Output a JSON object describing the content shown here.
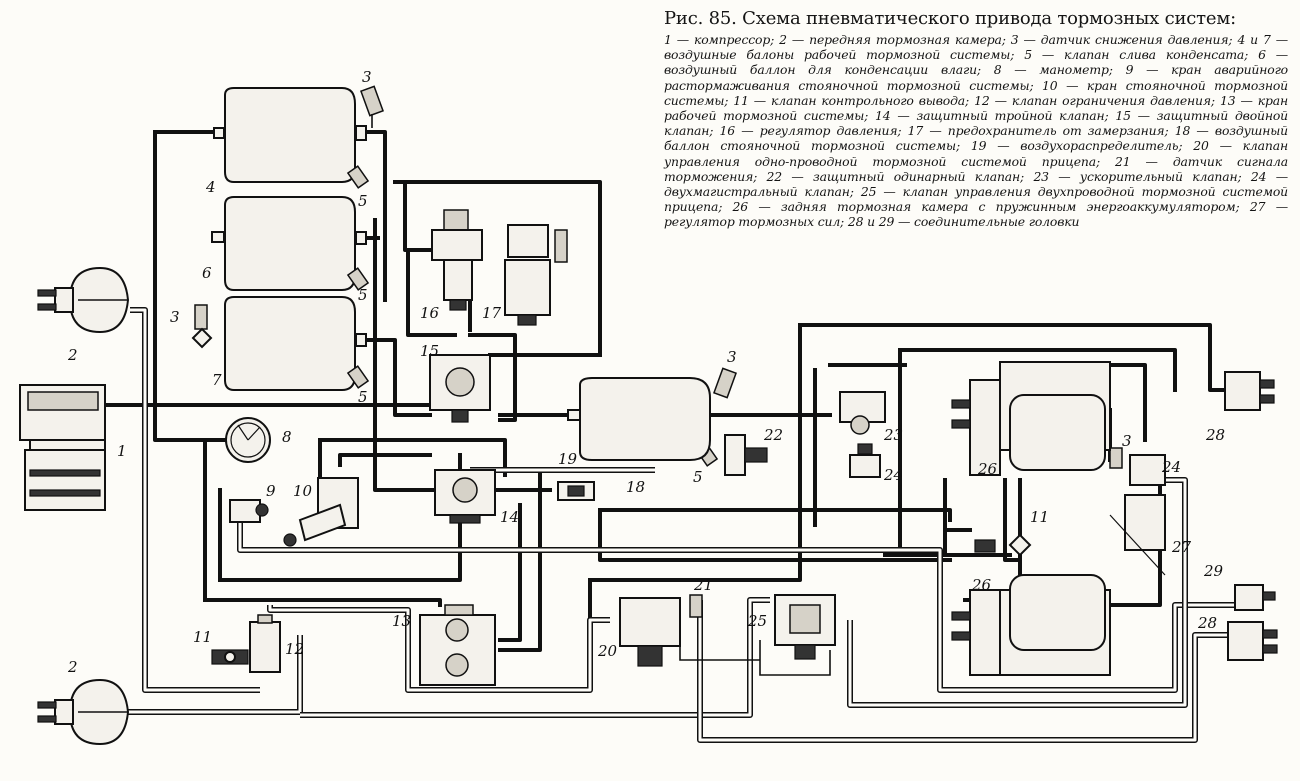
{
  "caption": {
    "title": "Рис. 85. Схема пневматического привода тормозных систем:",
    "body": "1 — компрессор; 2 — передняя тормозная камера; 3 — датчик снижения давления; 4 и 7 — воздушные балоны рабочей тормозной системы; 5 — клапан слива конденсата; 6 — воздушный баллон для конденсации влаги; 8 — манометр; 9 — кран аварийного растормаживания стояночной тормозной системы; 10 — кран стояночной тормозной системы; 11 — клапан контрольного вывода; 12 — клапан ограничения давления; 13 — кран рабочей тормозной системы; 14 — защитный тройной клапан; 15 — защитный двойной клапан; 16 — регулятор давления; 17 — предохранитель от замерзания; 18 — воздушный баллон стояночной тормозной системы; 19 — воздухораспределитель; 20 — клапан управления одно-проводной тормозной системой прицепа; 21 — датчик сигнала торможения; 22 — защитный одинарный клапан; 23 — ускорительный клапан; 24 — двухмагистральный клапан; 25 — клапан управления двухпроводной тормозной системой прицепа; 26 — задняя тормозная камера с пружинным энергоаккумулятором; 27 — регулятор тормозных сил; 28 и 29 — соединительные головки"
  },
  "labels": {
    "l1": "1",
    "l2a": "2",
    "l2b": "2",
    "l3a": "3",
    "l3b": "3",
    "l3c": "3",
    "l3d": "3",
    "l4": "4",
    "l5a": "5",
    "l5b": "5",
    "l5c": "5",
    "l5d": "5",
    "l6": "6",
    "l7": "7",
    "l8": "8",
    "l9": "9",
    "l10": "10",
    "l11a": "11",
    "l11b": "11",
    "l12": "12",
    "l13": "13",
    "l14": "14",
    "l15": "15",
    "l16": "16",
    "l17": "17",
    "l18": "18",
    "l19": "19",
    "l20": "20",
    "l21": "21",
    "l22": "22",
    "l23": "23",
    "l24a": "24",
    "l24b": "24",
    "l25": "25",
    "l26a": "26",
    "l26b": "26",
    "l27": "27",
    "l28a": "28",
    "l28b": "28",
    "l29": "29"
  }
}
